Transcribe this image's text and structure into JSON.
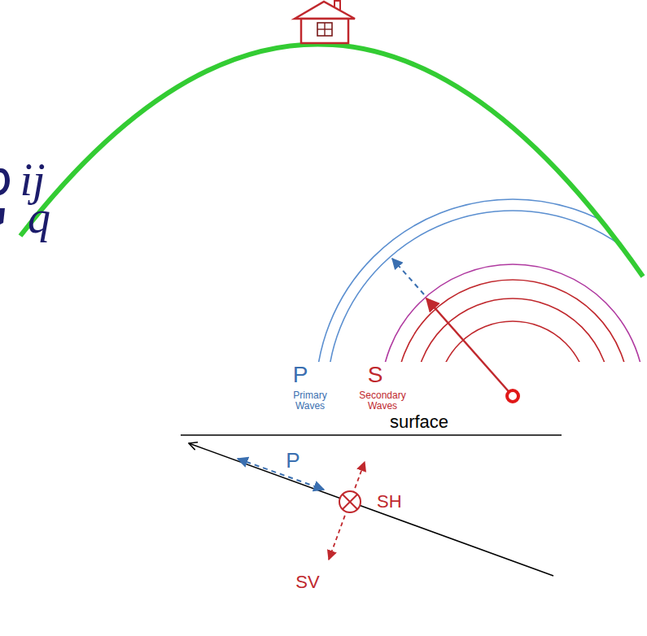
{
  "diagram": {
    "labels": [
      "ij",
      "q",
      "P",
      "S",
      "Primary Waves",
      "Secondary Waves",
      "surface",
      "P",
      "SH",
      "SV"
    ]
  }
}
